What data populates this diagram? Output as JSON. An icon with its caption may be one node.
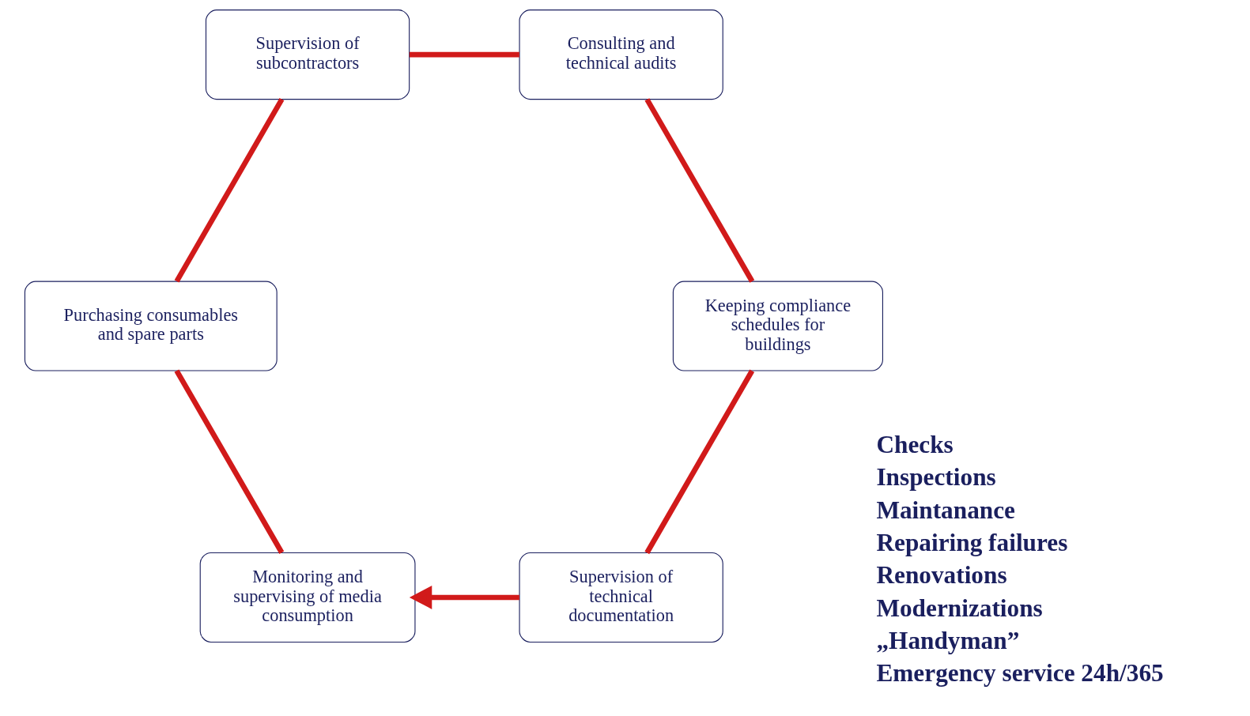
{
  "diagram": {
    "nodes": [
      {
        "text": [
          "Supervision of technical documentation"
        ]
      },
      {
        "text": [
          "Monitoring and supervising of media consumption"
        ]
      },
      {
        "text": [
          "Keeping compliance schedules for buildings"
        ]
      },
      {
        "text": [
          "Purchasing consumables and spare parts"
        ]
      },
      {
        "text": [
          "Consulting and technical audits"
        ]
      },
      {
        "text": [
          "Supervision of subcontractors"
        ]
      }
    ],
    "edges": [
      {
        "from": 0,
        "to": 1,
        "arrow": "to"
      },
      {
        "from": 1,
        "to": 3,
        "arrow": "none"
      },
      {
        "from": 3,
        "to": 5,
        "arrow": "none"
      },
      {
        "from": 5,
        "to": 4,
        "arrow": "none"
      },
      {
        "from": 4,
        "to": 2,
        "arrow": "none"
      },
      {
        "from": 2,
        "to": 0,
        "arrow": "none"
      }
    ],
    "labels": [
      "Checks",
      "Inspections",
      "Maintanance",
      "Repairing failures",
      "Renovations",
      "Modernizations",
      "„Handyman”",
      "Emergency service 24h/365"
    ]
  }
}
